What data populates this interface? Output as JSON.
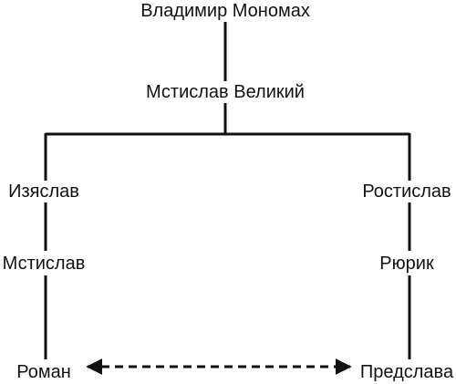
{
  "diagram": {
    "nodes": {
      "vladimir_monomakh": "Владимир Мономах",
      "mstislav_velikiy": "Мстислав Великий",
      "izyaslav": "Изяслав",
      "rostislav": "Ростислав",
      "mstislav": "Мстислав",
      "ryurik": "Рюрик",
      "roman": "Роман",
      "predslava": "Предслава"
    },
    "edges": [
      {
        "from": "vladimir_monomakh",
        "to": "mstislav_velikiy",
        "style": "solid"
      },
      {
        "from": "mstislav_velikiy",
        "to": "izyaslav",
        "style": "solid"
      },
      {
        "from": "mstislav_velikiy",
        "to": "rostislav",
        "style": "solid"
      },
      {
        "from": "izyaslav",
        "to": "mstislav",
        "style": "solid"
      },
      {
        "from": "mstislav",
        "to": "roman",
        "style": "solid"
      },
      {
        "from": "rostislav",
        "to": "ryurik",
        "style": "solid"
      },
      {
        "from": "ryurik",
        "to": "predslava",
        "style": "solid"
      },
      {
        "from": "roman",
        "to": "predslava",
        "style": "dashed",
        "arrows": "both"
      }
    ],
    "colors": {
      "line": "#111111",
      "text": "#111111",
      "background": "#ffffff"
    }
  }
}
